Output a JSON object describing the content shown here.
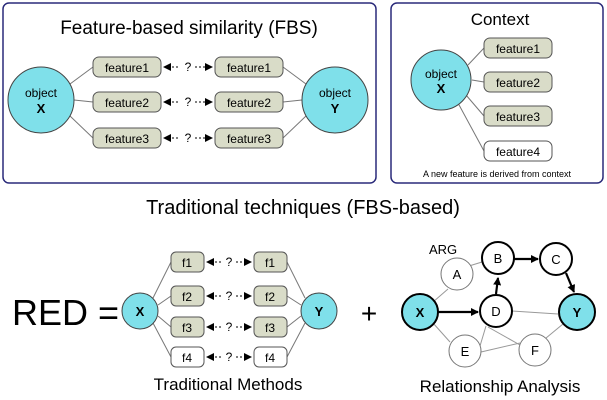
{
  "fbs_panel": {
    "title": "Feature-based similarity (FBS)",
    "object_x": {
      "line1": "object",
      "line2": "X"
    },
    "object_y": {
      "line1": "object",
      "line2": "Y"
    },
    "left_features": [
      "feature1",
      "feature2",
      "feature3"
    ],
    "right_features": [
      "feature1",
      "feature2",
      "feature3"
    ],
    "question": "?"
  },
  "context_panel": {
    "title": "Context",
    "object_x": {
      "line1": "object",
      "line2": "X"
    },
    "features": [
      "feature1",
      "feature2",
      "feature3"
    ],
    "derived_feature": "feature4",
    "caption": "A new feature is derived from context"
  },
  "section_title": "Traditional techniques (FBS-based)",
  "equation": {
    "lhs": "RED =",
    "plus": "+"
  },
  "traditional": {
    "node_x": "X",
    "node_y": "Y",
    "left_features": [
      "f1",
      "f2",
      "f3",
      "f4"
    ],
    "right_features": [
      "f1",
      "f2",
      "f3",
      "f4"
    ],
    "question": "?",
    "caption": "Traditional Methods"
  },
  "relationship": {
    "arg_label": "ARG",
    "nodes": {
      "A": "A",
      "B": "B",
      "C": "C",
      "D": "D",
      "E": "E",
      "F": "F",
      "X": "X",
      "Y": "Y"
    },
    "caption": "Relationship Analysis"
  },
  "colors": {
    "object_fill": "#7fe0ea",
    "feature_fill": "#d9dcc8",
    "panel_border": "#2a2a7a",
    "line": "#555555"
  }
}
